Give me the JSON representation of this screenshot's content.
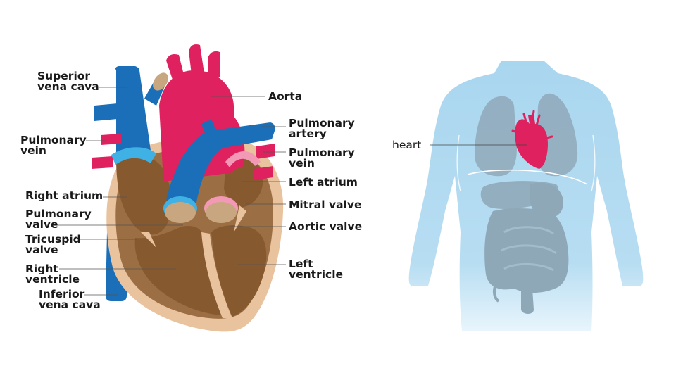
{
  "colors": {
    "vein_blue": "#1a6fb8",
    "artery_red": "#e0215f",
    "muscle_brown": "#9b6e43",
    "chamber_dark": "#86592f",
    "outer_tissue": "#e9c29e",
    "body_blue": "#a9d6ef",
    "organ_gray": "#8fa8b8",
    "valve_tan": "#c8a780"
  },
  "icons": [
    "heart-illustration",
    "torso-illustration"
  ],
  "heart_labels": {
    "superior_vena_cava": "Superior\nvena cava",
    "pulmonary_vein_left": "Pulmonary\nvein",
    "right_atrium": "Right atrium",
    "pulmonary_valve": "Pulmonary\nvalve",
    "tricuspid_valve": "Tricuspid\nvalve",
    "right_ventricle": "Right\nventricle",
    "inferior_vena_cava": "Inferior\nvena cava",
    "aorta": "Aorta",
    "pulmonary_artery": "Pulmonary\nartery",
    "pulmonary_vein_right": "Pulmonary\nvein",
    "left_atrium": "Left atrium",
    "mitral_valve": "Mitral valve",
    "aortic_valve": "Aortic valve",
    "left_ventricle": "Left\nventricle"
  },
  "body_labels": {
    "heart": "heart"
  }
}
